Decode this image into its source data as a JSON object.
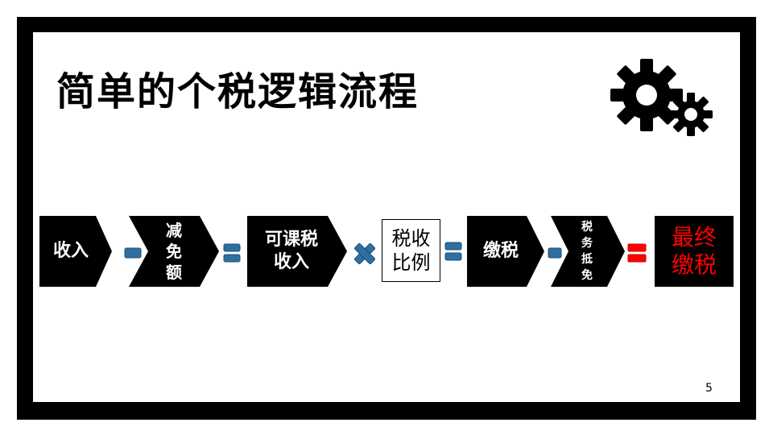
{
  "slide": {
    "title": "简单的个税逻辑流程",
    "page_number": "5",
    "steps": [
      {
        "label": "收入"
      },
      {
        "label": "减\n免\n额"
      },
      {
        "label": "可课税\n收入"
      },
      {
        "label": "税收\n比例"
      },
      {
        "label": "缴税"
      },
      {
        "label": "税\n务\n抵\n免"
      },
      {
        "label": "最终\n缴税"
      }
    ],
    "operators": [
      "minus",
      "equals",
      "multiply",
      "equals",
      "minus",
      "equals"
    ],
    "icons": [
      "gears-icon"
    ],
    "colors": {
      "frame": "#000000",
      "operator_blue": "#2f6f9f",
      "operator_red": "#ff0000",
      "final_text": "#ff0000"
    }
  }
}
